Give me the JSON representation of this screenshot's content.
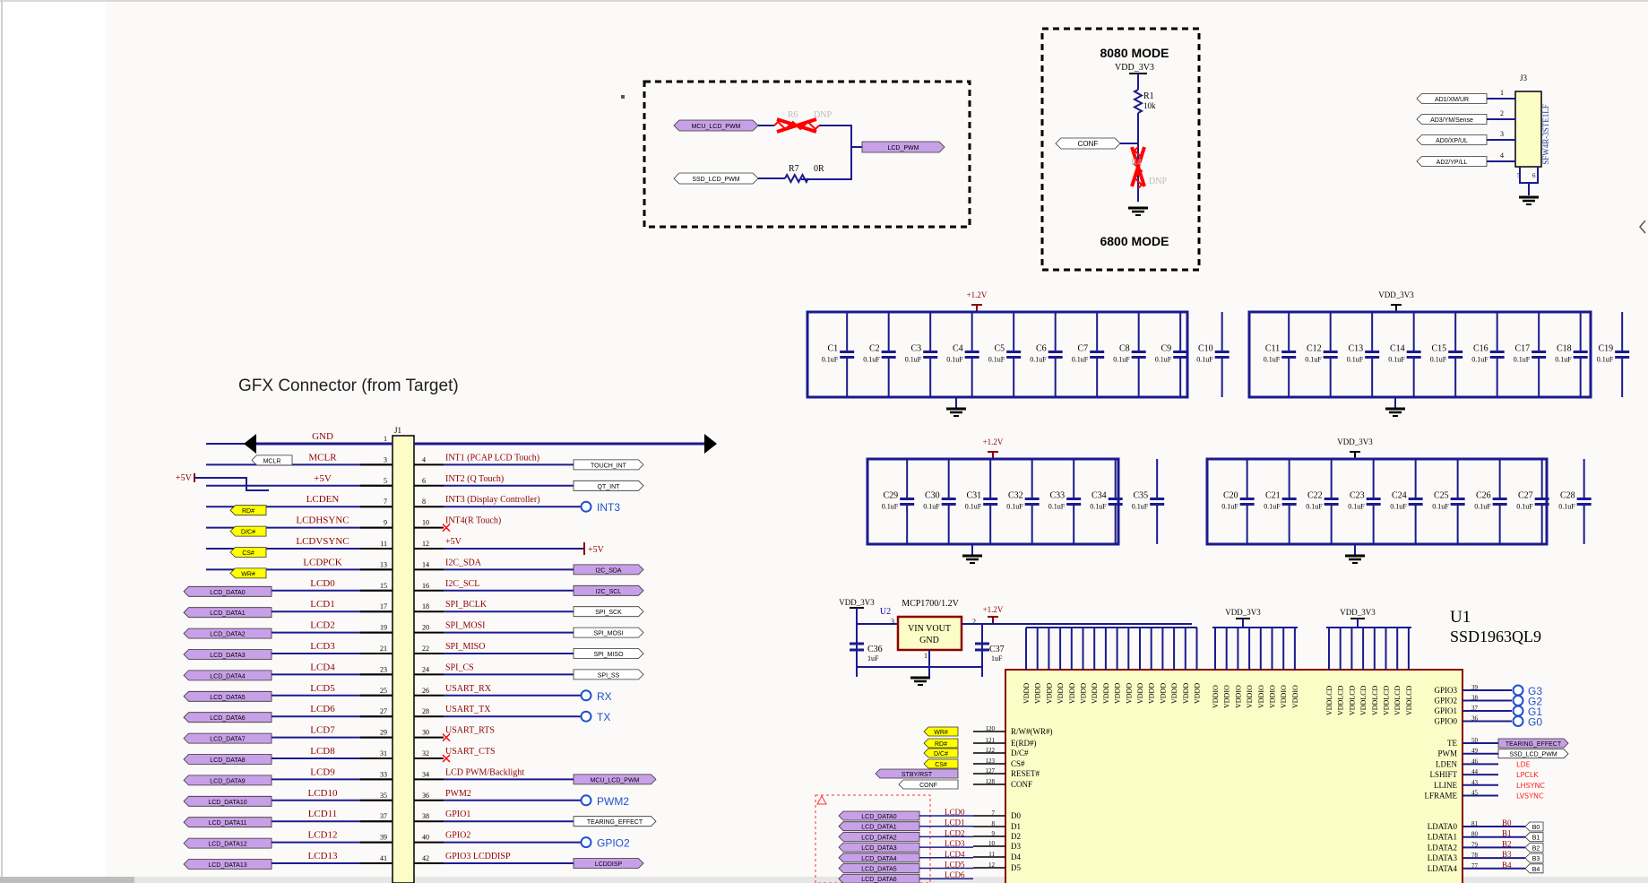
{
  "colors": {
    "wire": "#1b1b8f",
    "pin": "#000000",
    "net": "#8b0000",
    "portPurple": "#c8a0e8",
    "portYellow": "#ffff00",
    "partFill": "#fcfcc6",
    "dnp": "#ff0000",
    "sheet": "#fcfaf8"
  },
  "jumpers": {
    "pwm_sel": {
      "in1": "MCU_LCD_PWM",
      "in2": "SSD_LCD_PWM",
      "out": "LCD_PWM",
      "r6": "R6",
      "r6_tag": "DNP",
      "r7": "R7",
      "r7_val": "0R"
    },
    "mode_sel": {
      "top": "8080 MODE",
      "bottom": "6800 MODE",
      "rail": "VDD_3V3",
      "r1": "R1",
      "r1_val": "10k",
      "conf": "CONF",
      "r4": "R4",
      "r4_tag": "DNP"
    }
  },
  "j3": {
    "ref": "J3",
    "part": "SFW4R-3STE1LF",
    "signals": [
      "AD1/XM/UR",
      "AD3/YM/Sense",
      "AD0/XP/UL",
      "AD2/YP/LL"
    ],
    "pins": [
      "1",
      "2",
      "3",
      "4"
    ],
    "mount": [
      "5",
      "6"
    ]
  },
  "caps": {
    "row1a": {
      "rail": "+1.2V",
      "refs": [
        "C1",
        "C2",
        "C3",
        "C4",
        "C5",
        "C6",
        "C7",
        "C8",
        "C9",
        "C10"
      ]
    },
    "row1b": {
      "rail": "VDD_3V3",
      "refs": [
        "C11",
        "C12",
        "C13",
        "C14",
        "C15",
        "C16",
        "C17",
        "C18",
        "C19"
      ]
    },
    "row2a": {
      "rail": "+1.2V",
      "refs": [
        "C29",
        "C30",
        "C31",
        "C32",
        "C33",
        "C34",
        "C35"
      ]
    },
    "row2b": {
      "rail": "VDD_3V3",
      "refs": [
        "C20",
        "C21",
        "C22",
        "C23",
        "C24",
        "C25",
        "C26",
        "C27",
        "C28"
      ]
    },
    "value": "0.1uF"
  },
  "gfx": {
    "title": "GFX Connector (from Target)",
    "ref": "J1",
    "left_nets": [
      "GND",
      "MCLR",
      "+5V",
      "LCDEN",
      "LCDHSYNC",
      "LCDVSYNC",
      "LCDPCK",
      "LCD0",
      "LCD1",
      "LCD2",
      "LCD3",
      "LCD4",
      "LCD5",
      "LCD6",
      "LCD7",
      "LCD8",
      "LCD9",
      "LCD10",
      "LCD11",
      "LCD12",
      "LCD13"
    ],
    "left_pins": [
      "1",
      "3",
      "5",
      "7",
      "9",
      "11",
      "13",
      "15",
      "17",
      "19",
      "21",
      "23",
      "25",
      "27",
      "29",
      "31",
      "33",
      "35",
      "37",
      "39",
      "41"
    ],
    "left_ports": [
      "",
      "MCLR",
      "",
      "RD#",
      "D/C#",
      "CS#",
      "WR#",
      "LCD_DATA0",
      "LCD_DATA1",
      "LCD_DATA2",
      "LCD_DATA3",
      "LCD_DATA4",
      "LCD_DATA5",
      "LCD_DATA6",
      "LCD_DATA7",
      "LCD_DATA8",
      "LCD_DATA9",
      "LCD_DATA10",
      "LCD_DATA11",
      "LCD_DATA12",
      "LCD_DATA13"
    ],
    "plus5v": "+5V",
    "right_pins": [
      "2",
      "4",
      "6",
      "8",
      "10",
      "12",
      "14",
      "16",
      "18",
      "20",
      "22",
      "24",
      "26",
      "28",
      "30",
      "32",
      "34",
      "36",
      "38",
      "40",
      "42"
    ],
    "right_nets": [
      "",
      "INT1 (PCAP LCD Touch)",
      "INT2 (Q Touch)",
      "INT3 (Display Controller)",
      "INT4(R Touch)",
      "+5V",
      "I2C_SDA",
      "I2C_SCL",
      "SPI_BCLK",
      "SPI_MOSI",
      "SPI_MISO",
      "SPI_CS",
      "USART_RX",
      "USART_TX",
      "USART_RTS",
      "USART_CTS",
      "LCD PWM/Backlight",
      "PWM2",
      "GPIO1",
      "GPIO2",
      "GPIO3    LCDDISP"
    ],
    "right_ports": [
      "",
      "TOUCH_INT",
      "QT_INT",
      "INT3",
      "",
      "+5V",
      "I2C_SDA",
      "I2C_SCL",
      "SPI_SCK",
      "SPI_MOSI",
      "SPI_MISO",
      "SPI_SS",
      "RX",
      "TX",
      "",
      "",
      "MCU_LCD_PWM",
      "PWM2",
      "TEARING_EFFECT",
      "GPIO2",
      "LCDDISP"
    ]
  },
  "reg": {
    "rail_in": "VDD_3V3",
    "ref": "U2",
    "part": "MCP1700/1.2V",
    "pins": "VIN  VOUT",
    "gnd": "GND",
    "rail_out": "+1.2V",
    "c36": "C36",
    "c36_val": "1uF",
    "c37": "C37",
    "c37_val": "1uF",
    "p3": "3",
    "p2": "2",
    "p1": "1"
  },
  "u1": {
    "ref": "U1",
    "part": "SSD1963QL9",
    "rail1": "VDD_3V3",
    "rail2": "VDD_3V3",
    "vddd": "VDDD",
    "vddio": "VDDIO",
    "vddlcd": "VDDLCD",
    "left_pins": [
      "R/W#(WR#)",
      "E(RD#)",
      "D/C#",
      "CS#",
      "RESET#",
      "CONF",
      "D0",
      "D1",
      "D2",
      "D3",
      "D4",
      "D5"
    ],
    "left_ports": [
      "WR#",
      "RD#",
      "D/C#",
      "CS#",
      "STBY/RST",
      "CONF"
    ],
    "left_nums": [
      "120",
      "121",
      "122",
      "123",
      "127",
      "128",
      "7",
      "8",
      "9",
      "10",
      "11",
      "12"
    ],
    "data_ports": [
      "LCD_DATA0",
      "LCD_DATA1",
      "LCD_DATA2",
      "LCD_DATA3",
      "LCD_DATA4",
      "LCD_DATA5",
      "LCD_DATA6"
    ],
    "data_nets": [
      "LCD0",
      "LCD1",
      "LCD2",
      "LCD3",
      "LCD4",
      "LCD5",
      "LCD6"
    ],
    "gpio": [
      "GPIO3",
      "GPIO2",
      "GPIO1",
      "GPIO0"
    ],
    "gpio_nums": [
      "39",
      "38",
      "37",
      "36"
    ],
    "gpio_ports": [
      "G3",
      "G2",
      "G1",
      "G0"
    ],
    "right_pins": [
      "TE",
      "PWM",
      "LDEN",
      "LSHIFT",
      "LLINE",
      "LFRAME"
    ],
    "right_nums": [
      "50",
      "49",
      "46",
      "44",
      "43",
      "45"
    ],
    "right_ports": [
      "TEARING_EFFECT",
      "SSD_LCD_PWM",
      "LDE",
      "LPCLK",
      "LHSYNC",
      "LVSYNC"
    ],
    "ldata": [
      "LDATA0",
      "LDATA1",
      "LDATA2",
      "LDATA3",
      "LDATA4"
    ],
    "ldata_nums": [
      "81",
      "80",
      "79",
      "78",
      "77"
    ],
    "ldata_nets": [
      "B0",
      "B1",
      "B2",
      "B3",
      "B4"
    ]
  }
}
